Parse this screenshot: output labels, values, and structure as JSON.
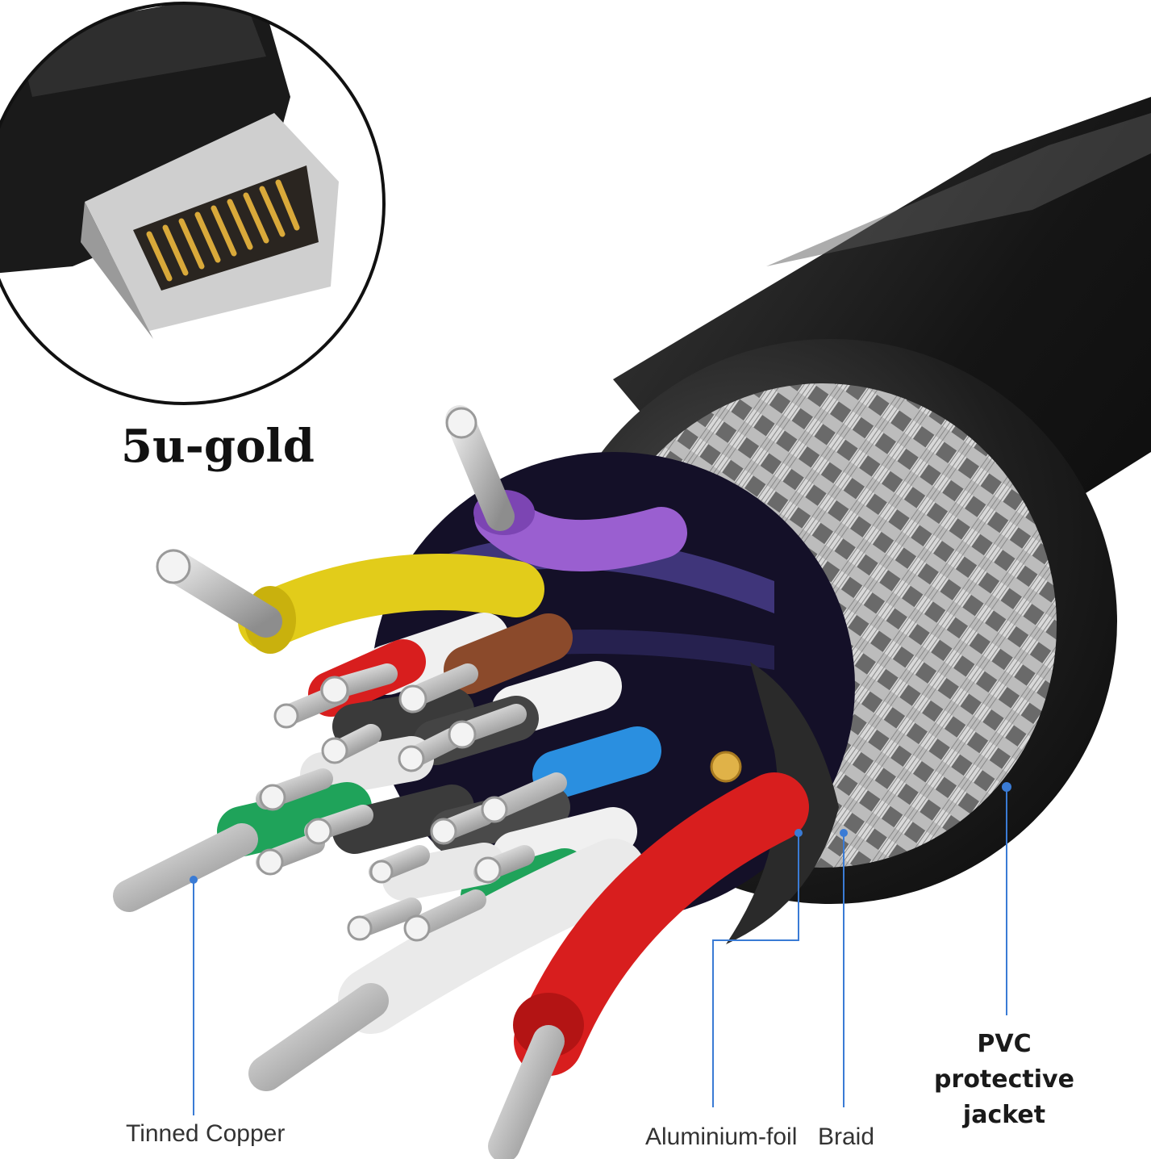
{
  "labels": {
    "gold_contacts": "5u-gold",
    "tinned_copper": "Tinned Copper",
    "aluminium_foil": "Aluminium-foil",
    "braid": "Braid",
    "pvc_jacket": "PVC protective jacket"
  },
  "colors": {
    "jacket": "#1c1c1c",
    "braid": "#c8c8c8",
    "callout_line": "#3a7bd5",
    "gold_pins": "#d9a93a",
    "wire_red": "#d81e1e",
    "wire_yellow": "#e2cc1a",
    "wire_purple": "#9a5fd0",
    "wire_brown": "#8b4a2b",
    "wire_green": "#1fa35a",
    "wire_blue": "#2a8fe0",
    "wire_white": "#f0f0f0"
  }
}
